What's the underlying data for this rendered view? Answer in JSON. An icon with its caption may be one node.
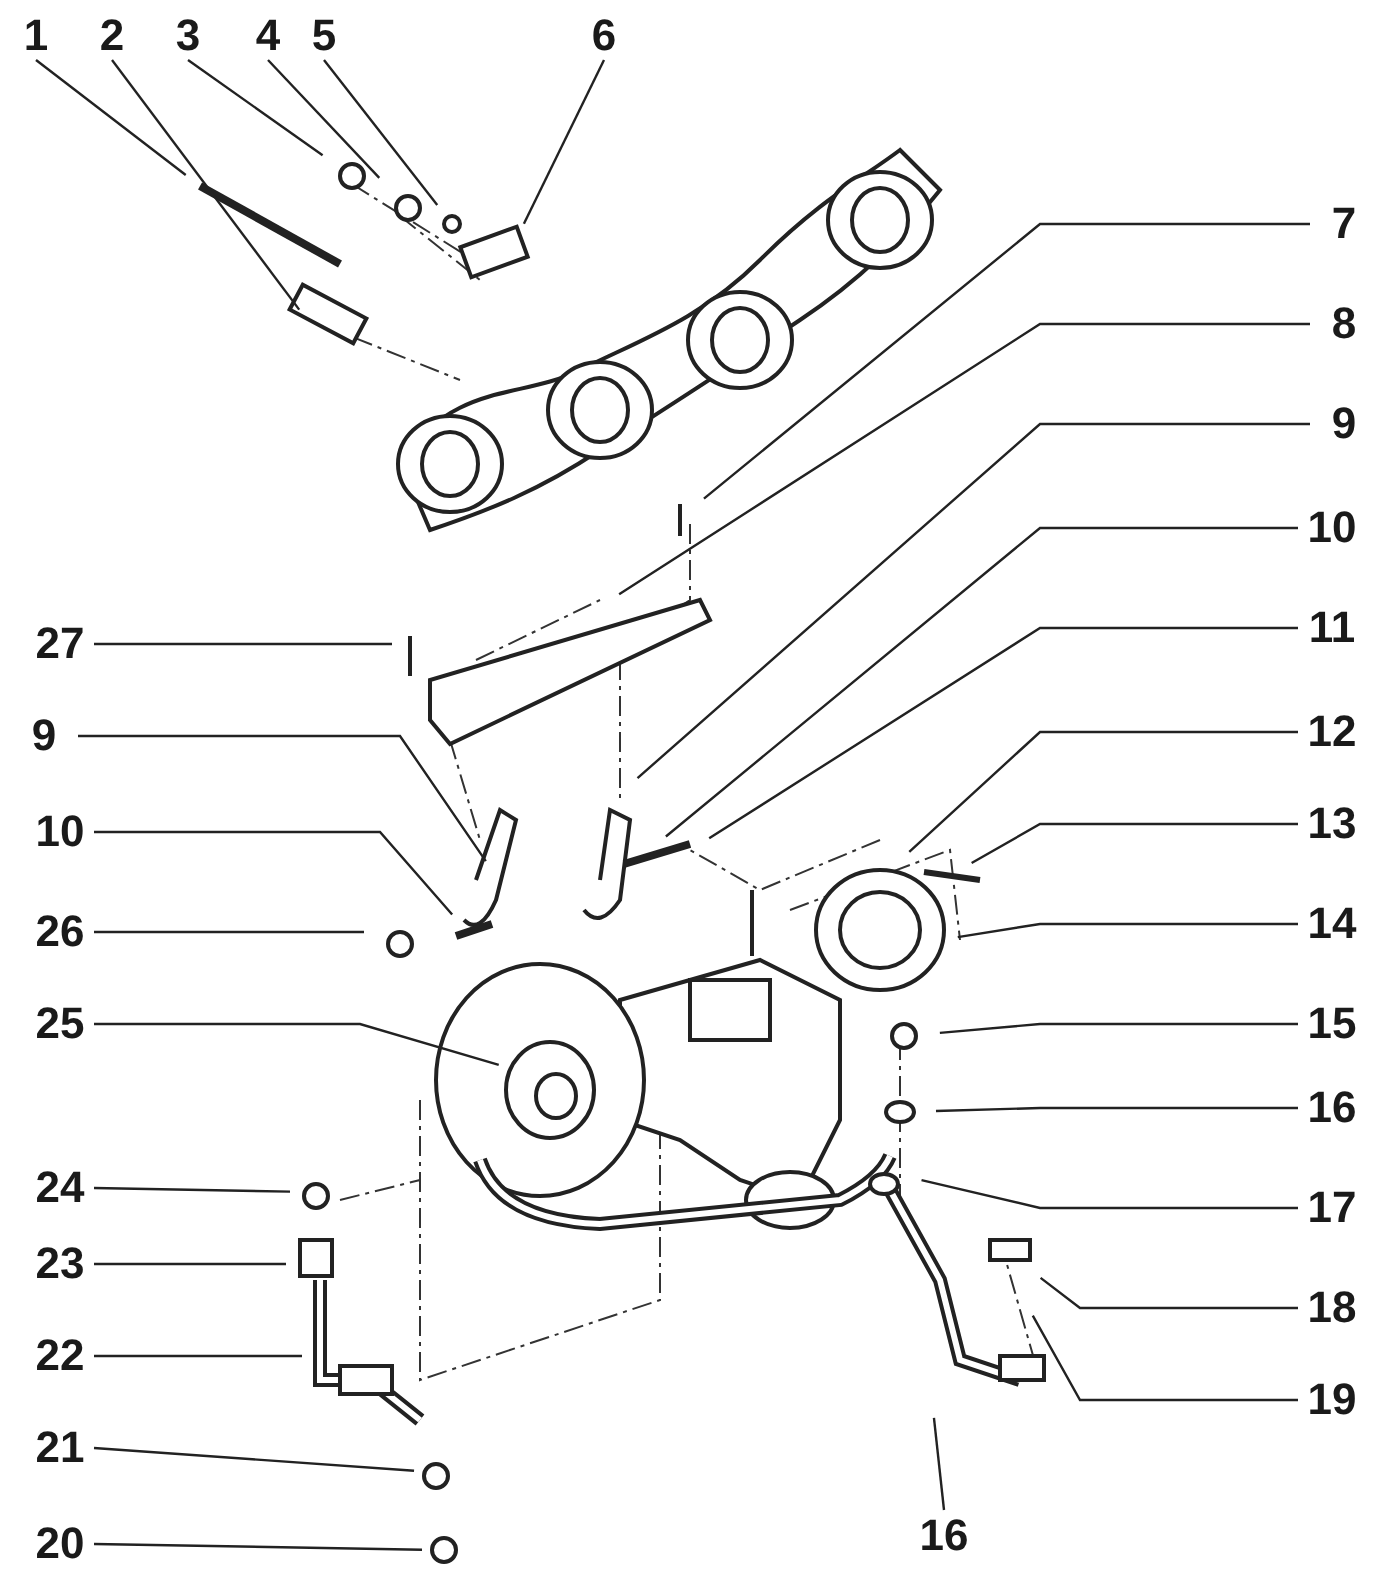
{
  "diagram": {
    "nodes": [
      {
        "text": [
          "1"
        ]
      },
      {
        "text": [
          "2"
        ]
      },
      {
        "text": [
          "3"
        ]
      },
      {
        "text": [
          "4"
        ]
      },
      {
        "text": [
          "5"
        ]
      },
      {
        "text": [
          "6"
        ]
      },
      {
        "text": [
          "7"
        ]
      },
      {
        "text": [
          "8"
        ]
      },
      {
        "text": [
          "9"
        ]
      },
      {
        "text": [
          "10"
        ]
      },
      {
        "text": [
          "11"
        ]
      },
      {
        "text": [
          "12"
        ]
      },
      {
        "text": [
          "13"
        ]
      },
      {
        "text": [
          "14"
        ]
      },
      {
        "text": [
          "15"
        ]
      },
      {
        "text": [
          "16"
        ]
      },
      {
        "text": [
          "17"
        ]
      },
      {
        "text": [
          "18"
        ]
      },
      {
        "text": [
          "19"
        ]
      },
      {
        "text": [
          "27"
        ]
      },
      {
        "text": [
          "9"
        ]
      },
      {
        "text": [
          "10"
        ]
      },
      {
        "text": [
          "26"
        ]
      },
      {
        "text": [
          "25"
        ]
      },
      {
        "text": [
          "24"
        ]
      },
      {
        "text": [
          "23"
        ]
      },
      {
        "text": [
          "22"
        ]
      },
      {
        "text": [
          "21"
        ]
      },
      {
        "text": [
          "20"
        ]
      },
      {
        "text": [
          "16"
        ]
      }
    ],
    "edges": [
      {
        "from": 0,
        "to": null,
        "arrow": "none"
      },
      {
        "from": 1,
        "to": null,
        "arrow": "none"
      },
      {
        "from": 2,
        "to": null,
        "arrow": "none"
      },
      {
        "from": 3,
        "to": null,
        "arrow": "none"
      },
      {
        "from": 4,
        "to": null,
        "arrow": "none"
      },
      {
        "from": 5,
        "to": null,
        "arrow": "none"
      },
      {
        "from": 6,
        "to": null,
        "arrow": "none"
      },
      {
        "from": 7,
        "to": null,
        "arrow": "none"
      },
      {
        "from": 8,
        "to": null,
        "arrow": "none"
      },
      {
        "from": 9,
        "to": null,
        "arrow": "none"
      },
      {
        "from": 10,
        "to": null,
        "arrow": "none"
      },
      {
        "from": 11,
        "to": null,
        "arrow": "none"
      },
      {
        "from": 12,
        "to": null,
        "arrow": "none"
      },
      {
        "from": 13,
        "to": null,
        "arrow": "none"
      },
      {
        "from": 14,
        "to": null,
        "arrow": "none"
      },
      {
        "from": 15,
        "to": null,
        "arrow": "none"
      },
      {
        "from": 16,
        "to": null,
        "arrow": "none"
      },
      {
        "from": 17,
        "to": null,
        "arrow": "none"
      },
      {
        "from": 18,
        "to": null,
        "arrow": "none"
      },
      {
        "from": 19,
        "to": null,
        "arrow": "none"
      },
      {
        "from": 20,
        "to": null,
        "arrow": "none"
      },
      {
        "from": 21,
        "to": null,
        "arrow": "none"
      },
      {
        "from": 22,
        "to": null,
        "arrow": "none"
      },
      {
        "from": 23,
        "to": null,
        "arrow": "none"
      },
      {
        "from": 24,
        "to": null,
        "arrow": "none"
      },
      {
        "from": 25,
        "to": null,
        "arrow": "none"
      },
      {
        "from": 26,
        "to": null,
        "arrow": "none"
      },
      {
        "from": 27,
        "to": null,
        "arrow": "none"
      },
      {
        "from": 28,
        "to": null,
        "arrow": "none"
      },
      {
        "from": 29,
        "to": null,
        "arrow": "none"
      }
    ]
  }
}
